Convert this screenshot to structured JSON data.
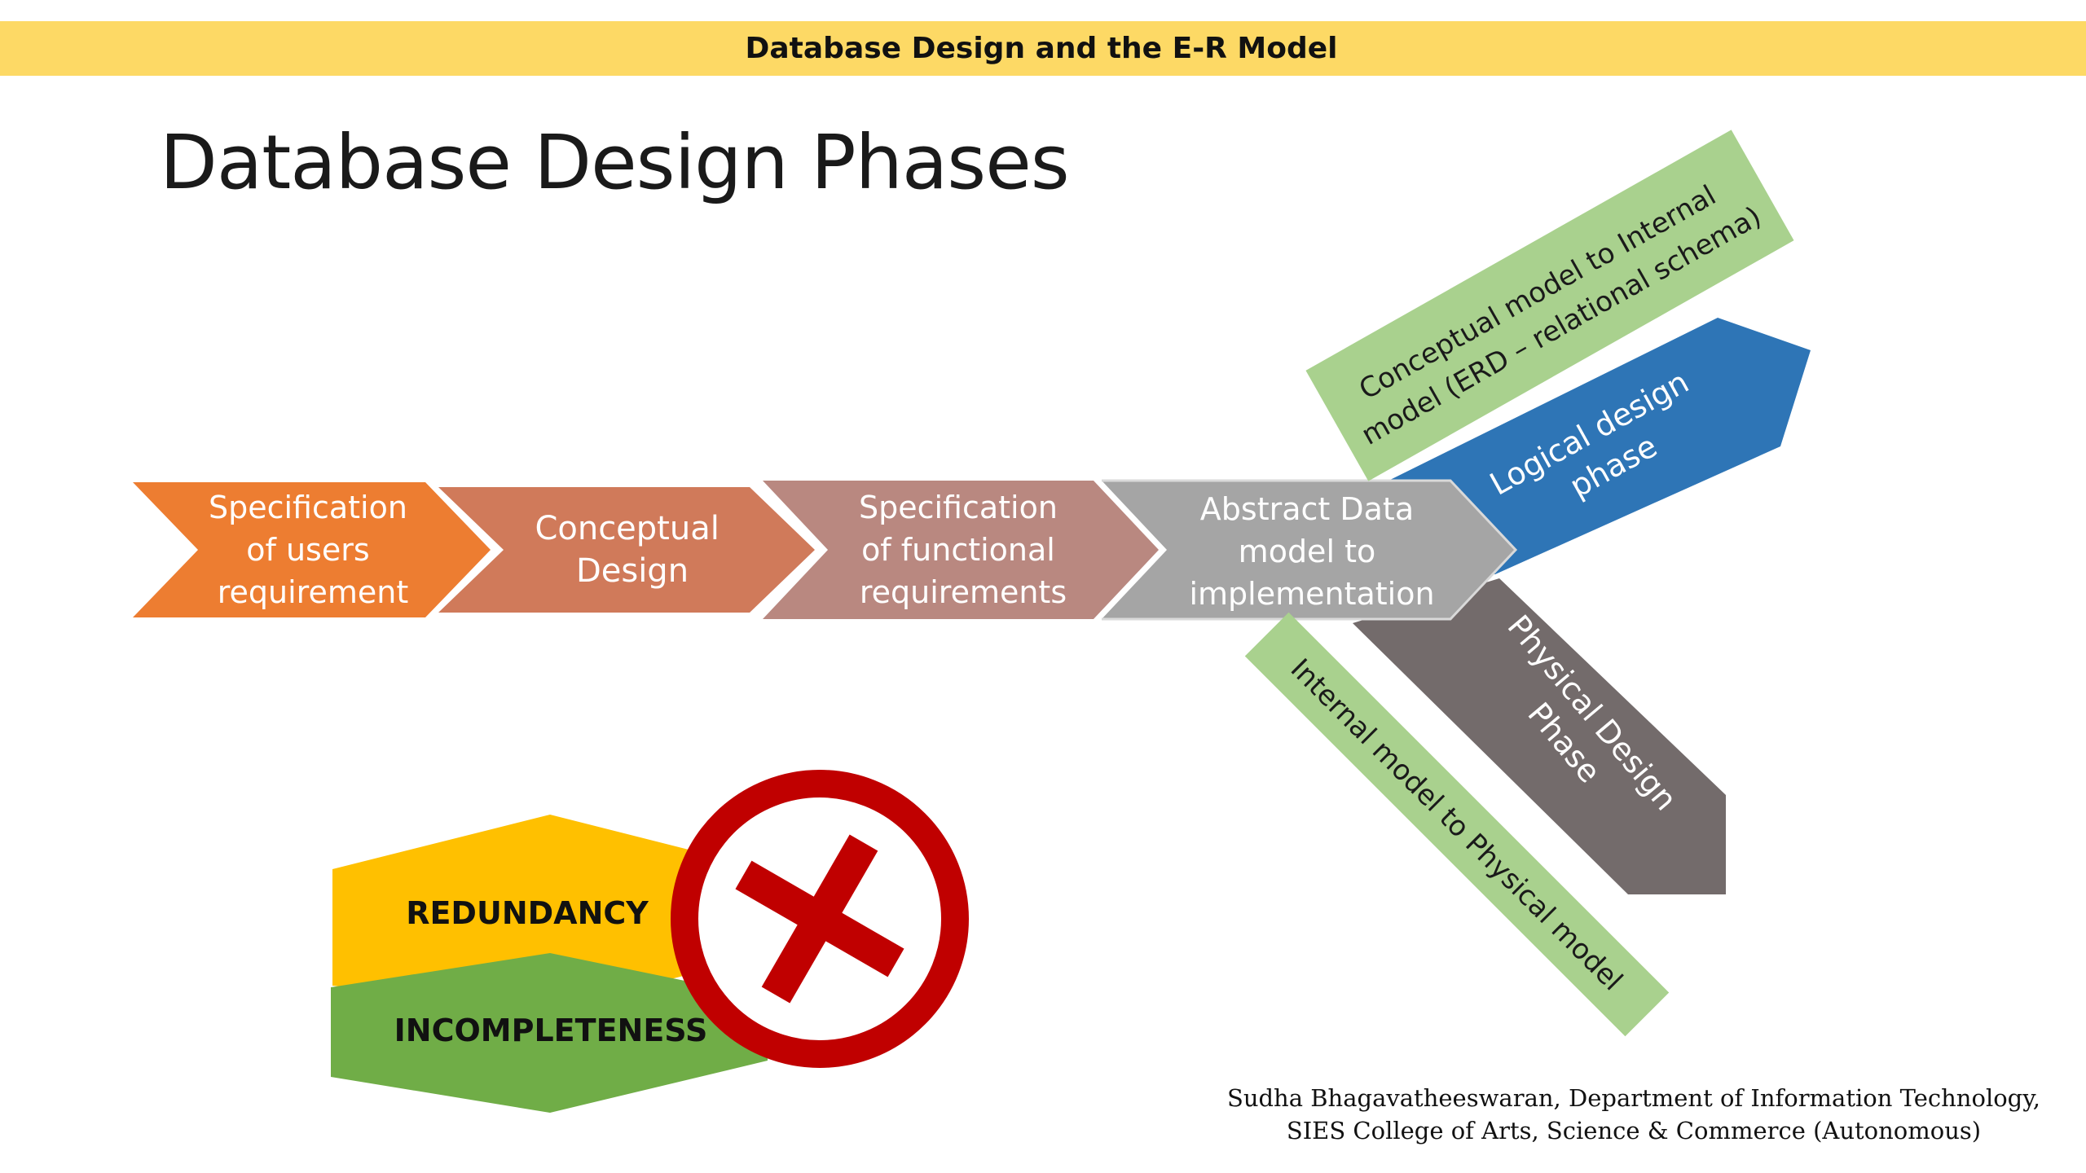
{
  "header": {
    "title": "Database Design and the E-R Model"
  },
  "slide": {
    "title": "Database Design Phases"
  },
  "phases": [
    {
      "lines": [
        "Specification",
        "of users",
        "requirement"
      ],
      "color": "#ed7d31"
    },
    {
      "lines": [
        "Conceptual",
        "Design"
      ],
      "color": "#d07a5a"
    },
    {
      "lines": [
        "Specification",
        "of functional",
        "requirements"
      ],
      "color": "#b98880"
    },
    {
      "lines": [
        "Abstract Data",
        "model to",
        "implementation"
      ],
      "color": "#a5a5a5"
    }
  ],
  "branches": {
    "logical": {
      "lines": [
        "Logical design",
        "phase"
      ],
      "color": "#2e75b6"
    },
    "physical": {
      "lines": [
        "Physical Design",
        "Phase"
      ],
      "color": "#736b6b"
    }
  },
  "notes": {
    "logical_note": {
      "lines": [
        "Conceptual model to Internal",
        "model (ERD – relational schema)"
      ],
      "color": "#a9d18e"
    },
    "physical_note": {
      "lines": [
        "Internal model to Physical model"
      ],
      "color": "#a9d18e"
    }
  },
  "problems": {
    "items": [
      {
        "label": "REDUNDANCY",
        "color": "#ffc000"
      },
      {
        "label": "INCOMPLETENESS",
        "color": "#70ad47"
      }
    ],
    "icon": "no-entry-x-icon",
    "icon_color": "#c00000"
  },
  "footer": {
    "line1": "Sudha Bhagavatheeswaran, Department of Information Technology,",
    "line2": "SIES College of Arts, Science & Commerce (Autonomous)"
  }
}
